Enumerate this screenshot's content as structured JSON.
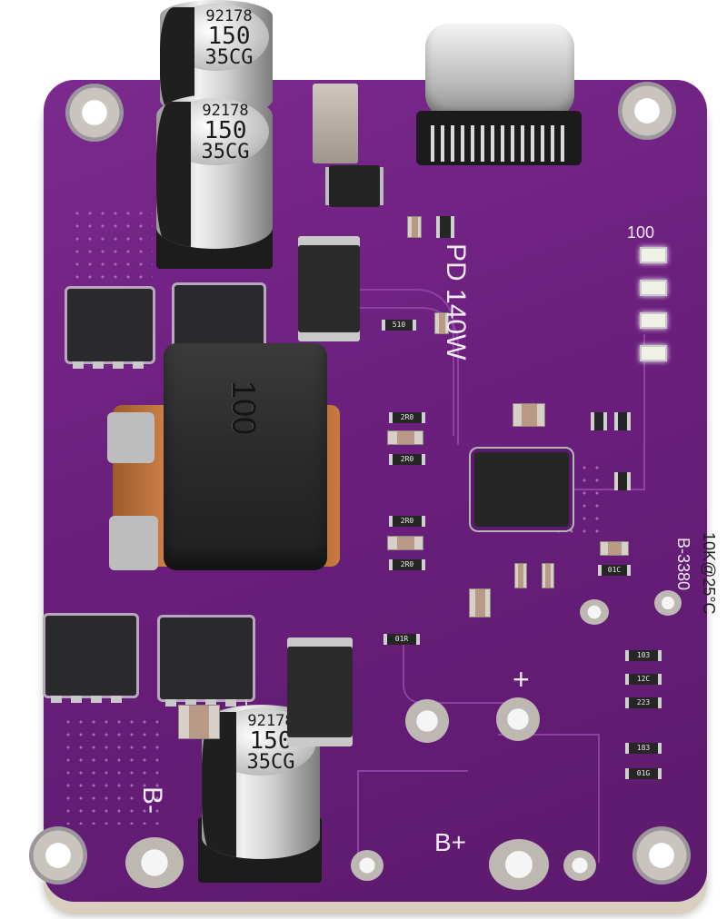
{
  "board": {
    "color": "#6a1f7c",
    "label_power": "PD 140W",
    "label_led": "100",
    "label_inductor": "100",
    "label_temp": "10K@25°C",
    "label_beta": "B-3380",
    "label_bminus": "B-",
    "label_bplus": "B+",
    "label_plus": "+",
    "capacitor_label": [
      "92178",
      "150",
      "35CG"
    ],
    "resistor_codes": [
      "2R0",
      "2R0",
      "2R0",
      "2R0",
      "510",
      "01C",
      "01R",
      "103",
      "12C",
      "223",
      "183",
      "01G"
    ]
  }
}
